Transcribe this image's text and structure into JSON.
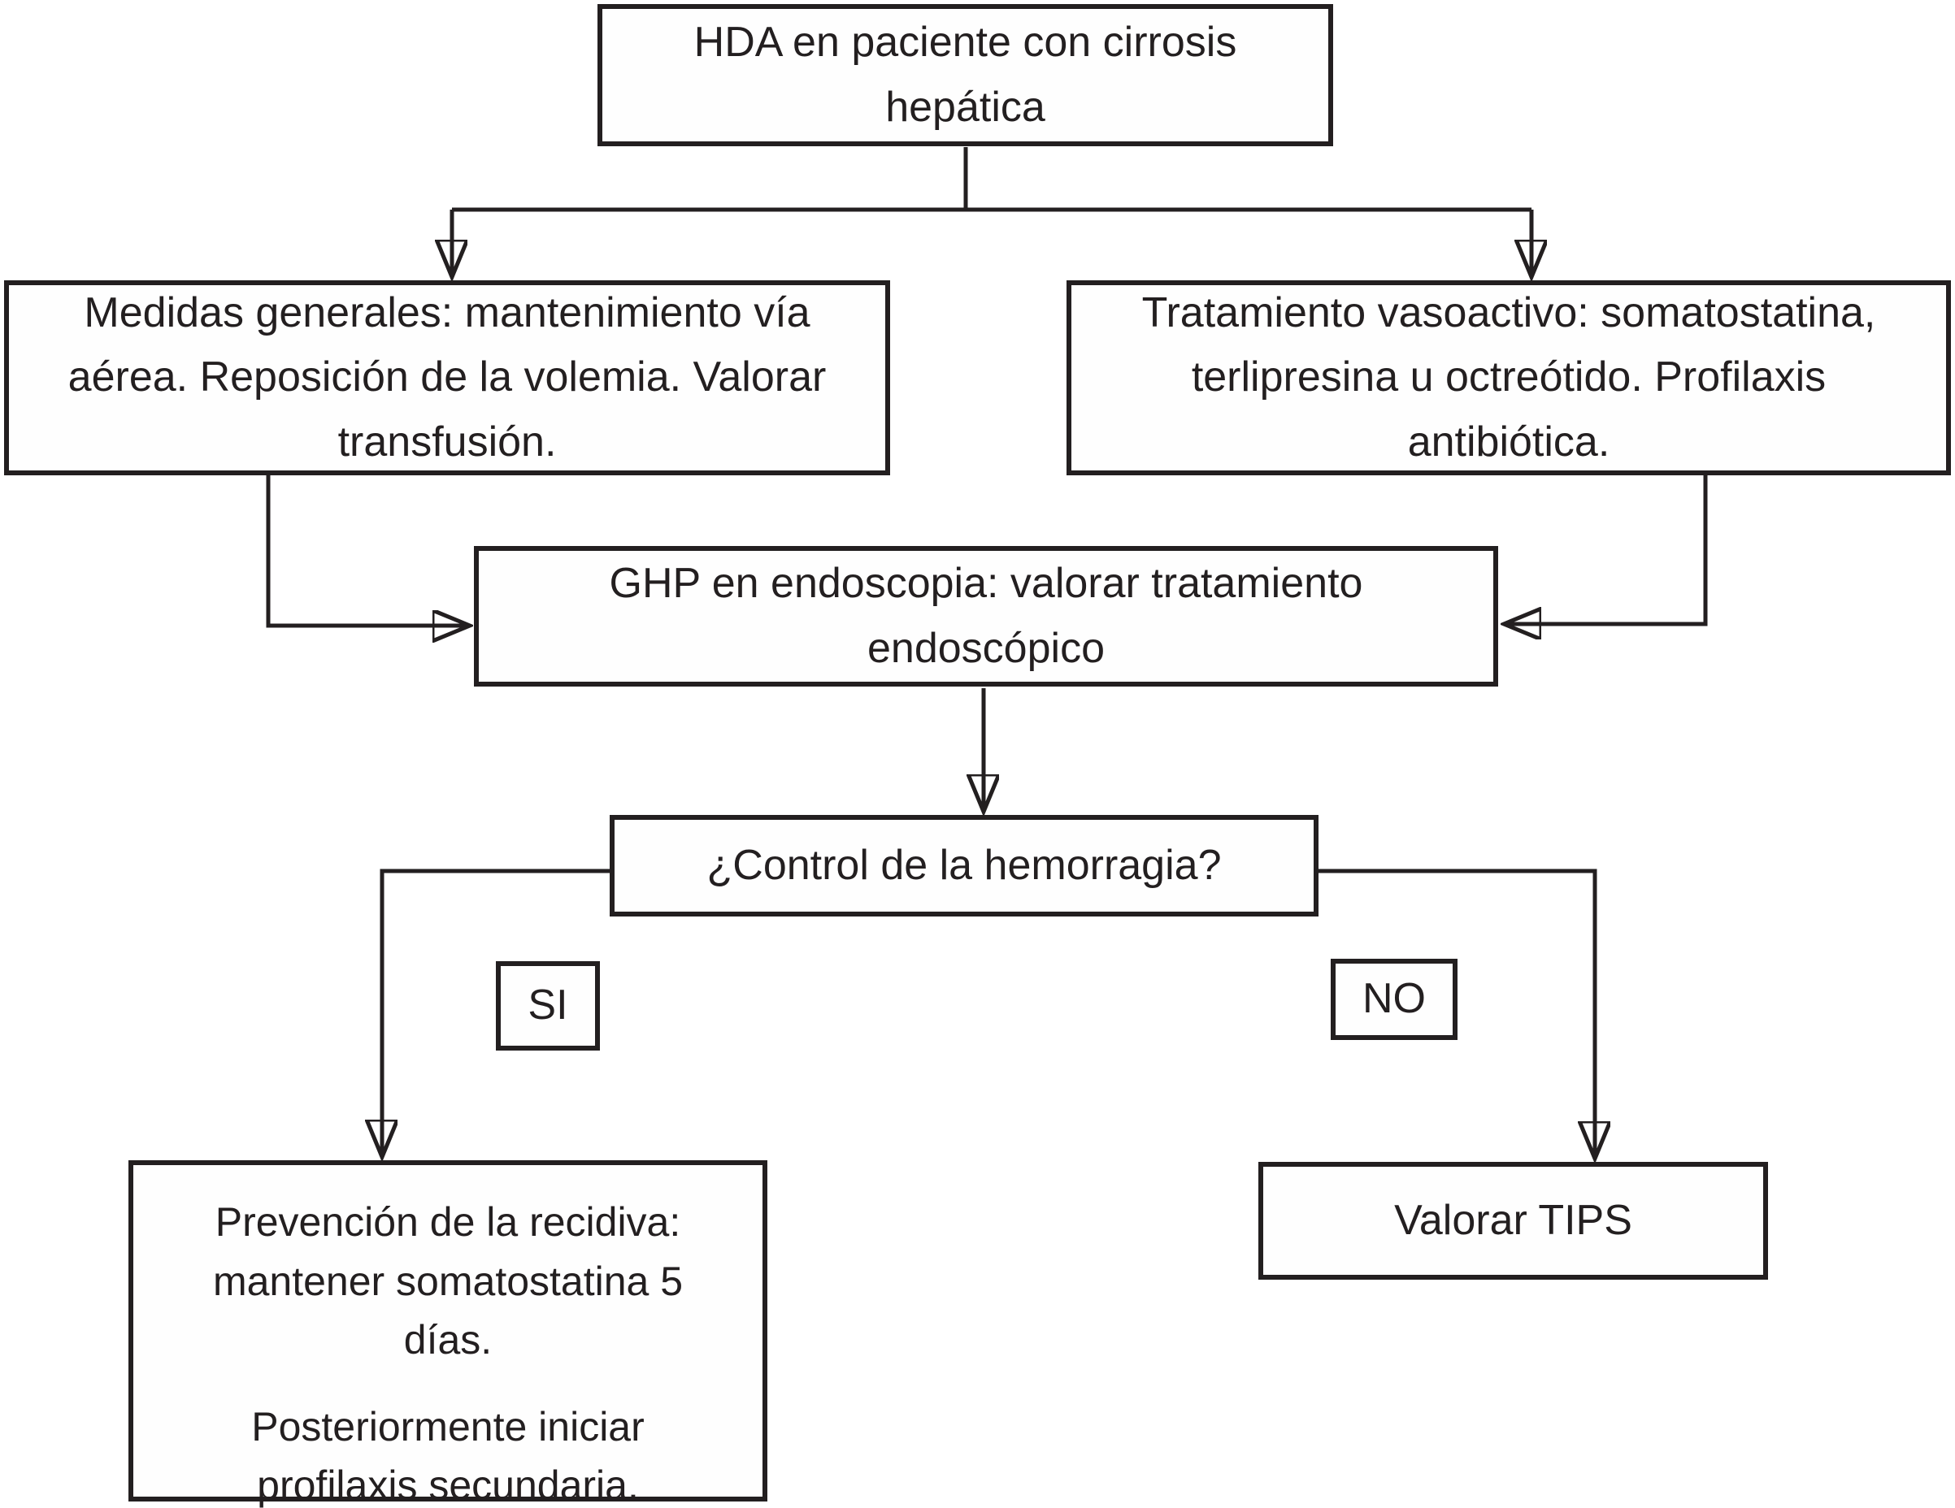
{
  "flowchart": {
    "nodes": {
      "start": "HDA en paciente con cirrosis hepática",
      "measures": "Medidas generales: mantenimiento vía aérea. Reposición de la volemia. Valorar transfusión.",
      "vasoactive": "Tratamiento vasoactivo: somatostatina, terlipresina u octreótido. Profilaxis antibiótica.",
      "endoscopy": "GHP en endoscopia:  valorar  tratamiento endoscópico",
      "decision": "¿Control de la hemorragia?",
      "yes_label": "SI",
      "no_label": "NO",
      "prevention_p1": "Prevención de la recidiva: mantener somatostatina 5 días.",
      "prevention_p2": "Posteriormente iniciar profilaxis secundaria.",
      "tips": "Valorar TIPS"
    },
    "edges": [
      {
        "from": "start",
        "to": "measures"
      },
      {
        "from": "start",
        "to": "vasoactive"
      },
      {
        "from": "measures",
        "to": "endoscopy"
      },
      {
        "from": "vasoactive",
        "to": "endoscopy"
      },
      {
        "from": "endoscopy",
        "to": "decision"
      },
      {
        "from": "decision",
        "to": "prevention",
        "label": "SI"
      },
      {
        "from": "decision",
        "to": "tips",
        "label": "NO"
      }
    ],
    "colors": {
      "ink": "#231f20",
      "background": "#ffffff"
    }
  }
}
